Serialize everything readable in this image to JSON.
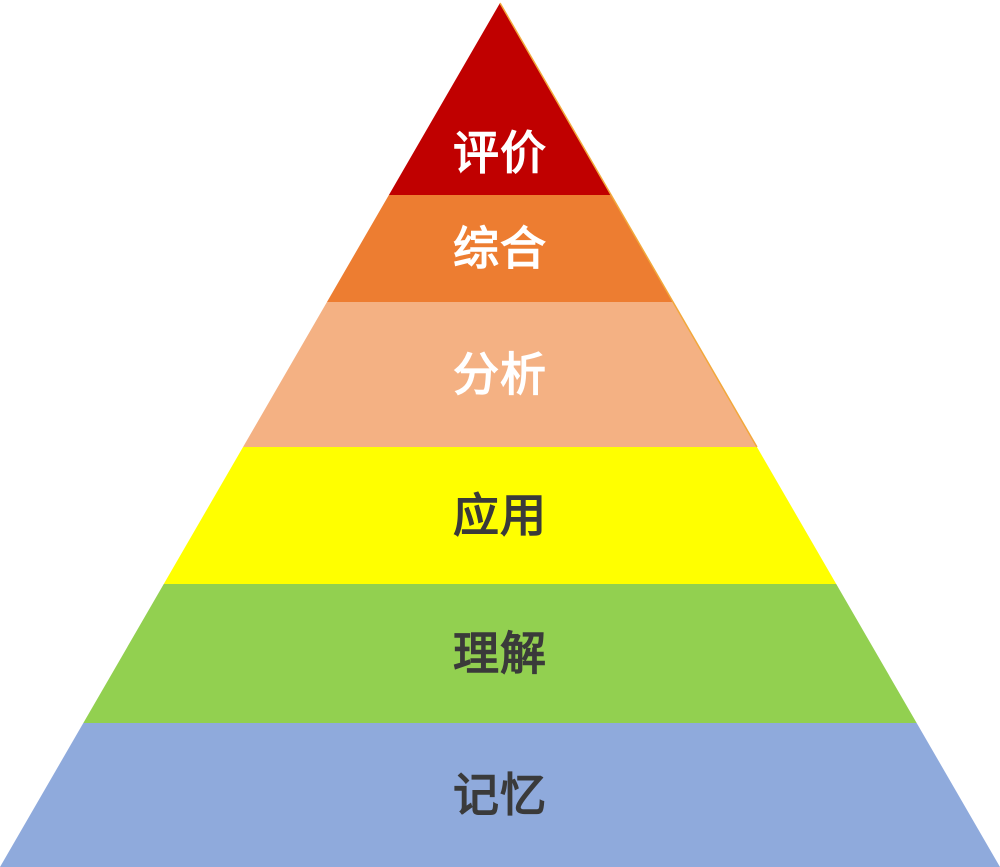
{
  "pyramid": {
    "tiers": [
      {
        "label": "评价",
        "fill": "#C00000",
        "text_color": "#FFFFFF"
      },
      {
        "label": "综合",
        "fill": "#ED7D31",
        "text_color": "#FFFFFF"
      },
      {
        "label": "分析",
        "fill": "#F4B183",
        "text_color": "#FFFFFF"
      },
      {
        "label": "应用",
        "fill": "#FFFF00",
        "text_color": "#3A3A3A"
      },
      {
        "label": "理解",
        "fill": "#92D050",
        "text_color": "#3A3A3A"
      },
      {
        "label": "记忆",
        "fill": "#8FAADC",
        "text_color": "#3A3A3A"
      }
    ],
    "outline_color": "#F2A83B"
  }
}
